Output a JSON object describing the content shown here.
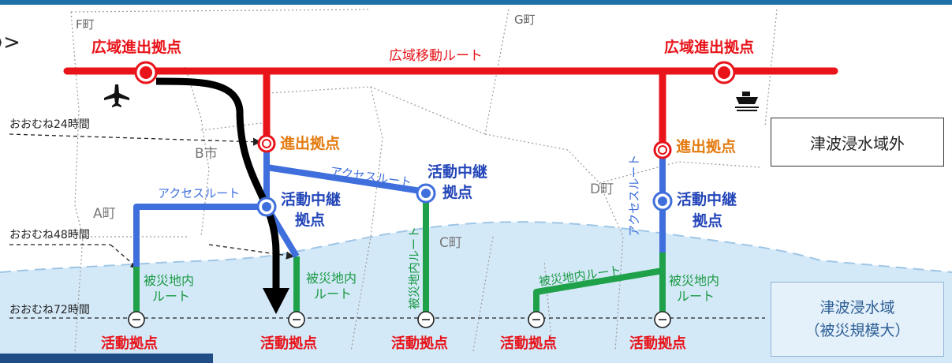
{
  "header_fragment": "⟩>",
  "towns": {
    "F": "F町",
    "G": "G町",
    "B": "B市",
    "A": "A町",
    "C": "C町",
    "D": "D町"
  },
  "hours": {
    "h24": "おおむね24時間",
    "h48": "おおむね48時間",
    "h72": "おおむね72時間"
  },
  "nodes": {
    "wide_area_base": "広域進出拠点",
    "advance_base": "進出拠点",
    "relay_base_line1": "活動中継",
    "relay_base_line2": "拠点",
    "activity_base": "活動拠点"
  },
  "routes": {
    "wide_area": "広域移動ルート",
    "access": "アクセスルート",
    "disaster_area_line1": "被災地内",
    "disaster_area_line2": "ルート",
    "disaster_area_full": "被災地内ルート"
  },
  "icons": {
    "airport": "airplane-icon",
    "port": "ship-icon"
  },
  "legend": {
    "outside": "津波浸水域外",
    "inside_line1": "津波浸水域",
    "inside_line2": "（被災規模大）"
  },
  "colors": {
    "wide_route": "#e8141a",
    "base_label": "#e8141a",
    "advance_label": "#e37b10",
    "access_route": "#3f6fdc",
    "relay_label": "#2446b8",
    "disaster_route": "#1fa14a",
    "disaster_label": "#1a9a44",
    "tsunami_zone": "#d4e9f8",
    "arrow": "#000000"
  }
}
